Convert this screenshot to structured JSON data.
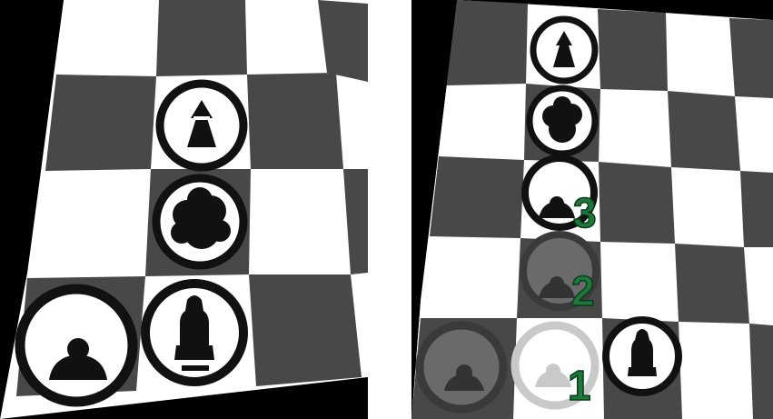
{
  "colors": {
    "board_dark": "#484848",
    "board_light": "#ffffff",
    "frame": "#000000",
    "piece_ring": "#111111",
    "piece_ghost_dark": "#6a6a6a",
    "piece_ghost_light": "#c9c9c9",
    "step_number": "#1b7a3a"
  },
  "left_view": {
    "pieces": [
      {
        "kind": "bishop",
        "icon": "bishop-icon"
      },
      {
        "kind": "lion",
        "icon": "lion-icon"
      },
      {
        "kind": "king",
        "icon": "king-icon"
      },
      {
        "kind": "pawn",
        "icon": "pawn-icon"
      }
    ]
  },
  "right_view": {
    "pieces": [
      {
        "kind": "bishop",
        "icon": "bishop-icon"
      },
      {
        "kind": "lion",
        "icon": "lion-icon"
      },
      {
        "kind": "pawn",
        "icon": "pawn-icon",
        "step": "3"
      },
      {
        "kind": "pawn-ghost",
        "icon": "pawn-icon",
        "step": "2"
      },
      {
        "kind": "pawn-ghost-origin",
        "icon": "pawn-icon"
      },
      {
        "kind": "pawn-ghost-start",
        "icon": "pawn-icon",
        "step": "1"
      },
      {
        "kind": "king",
        "icon": "king-icon"
      }
    ]
  }
}
